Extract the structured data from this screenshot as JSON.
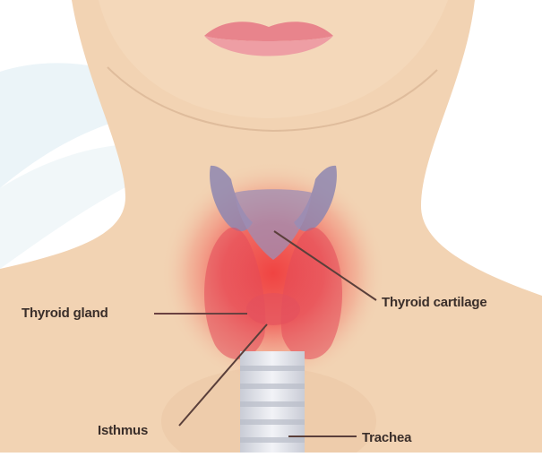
{
  "labels": {
    "thyroid_gland": "Thyroid gland",
    "thyroid_cartilage": "Thyroid cartilage",
    "isthmus": "Isthmus",
    "trachea": "Trachea"
  },
  "colors": {
    "skin": "#f2d3b3",
    "lips": "#e88a8f",
    "glow": "#f04848",
    "cartilage": "#8e86b0",
    "trachea": "#e4e6ec",
    "leader_line": "#5a3f3a",
    "backdrop": "#e6f1f6"
  }
}
